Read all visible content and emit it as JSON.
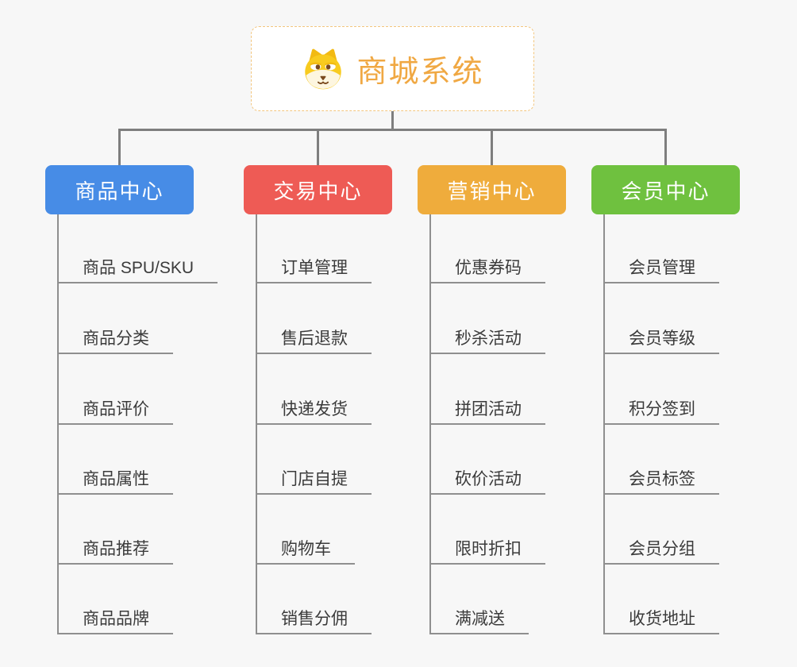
{
  "canvas": {
    "background": "#f7f7f7"
  },
  "root": {
    "label": "商城系统",
    "icon": "dog-face",
    "text_color": "#f0a843",
    "border_color": "#f3c67e"
  },
  "connectors": {
    "color": "#7e7e7e",
    "leaf_line_color": "#8f8f8f"
  },
  "branches": [
    {
      "label": "商品中心",
      "color": "#478ce6",
      "items": [
        "商品 SPU/SKU",
        "商品分类",
        "商品评价",
        "商品属性",
        "商品推荐",
        "商品品牌"
      ]
    },
    {
      "label": "交易中心",
      "color": "#ee5b55",
      "items": [
        "订单管理",
        "售后退款",
        "快递发货",
        "门店自提",
        "购物车",
        "销售分佣"
      ]
    },
    {
      "label": "营销中心",
      "color": "#efac3c",
      "items": [
        "优惠券码",
        "秒杀活动",
        "拼团活动",
        "砍价活动",
        "限时折扣",
        "满减送"
      ]
    },
    {
      "label": "会员中心",
      "color": "#6fc13f",
      "items": [
        "会员管理",
        "会员等级",
        "积分签到",
        "会员标签",
        "会员分组",
        "收货地址"
      ]
    }
  ]
}
